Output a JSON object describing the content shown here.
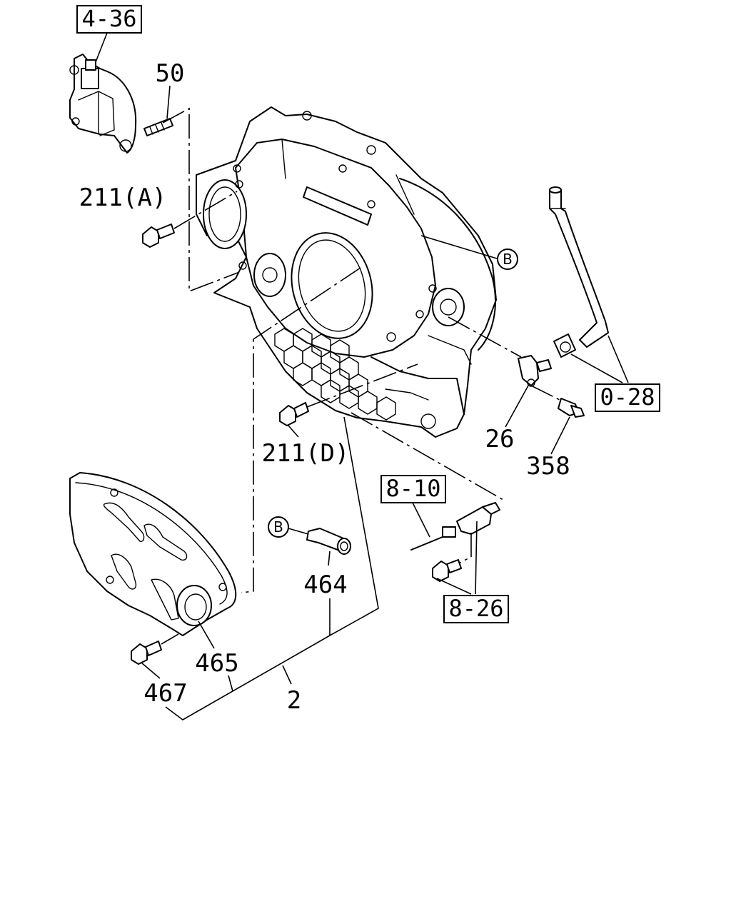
{
  "ref_boxes": {
    "r4_36": "4-36",
    "r0_28": "0-28",
    "r8_10": "8-10",
    "r8_26": "8-26"
  },
  "labels": {
    "p50": "50",
    "p211a": "211(A)",
    "p211d": "211(D)",
    "p26": "26",
    "p358": "358",
    "p464": "464",
    "p465": "465",
    "p467": "467",
    "p2": "2"
  },
  "markers": {
    "b_upper": "B",
    "b_lower": "B"
  }
}
